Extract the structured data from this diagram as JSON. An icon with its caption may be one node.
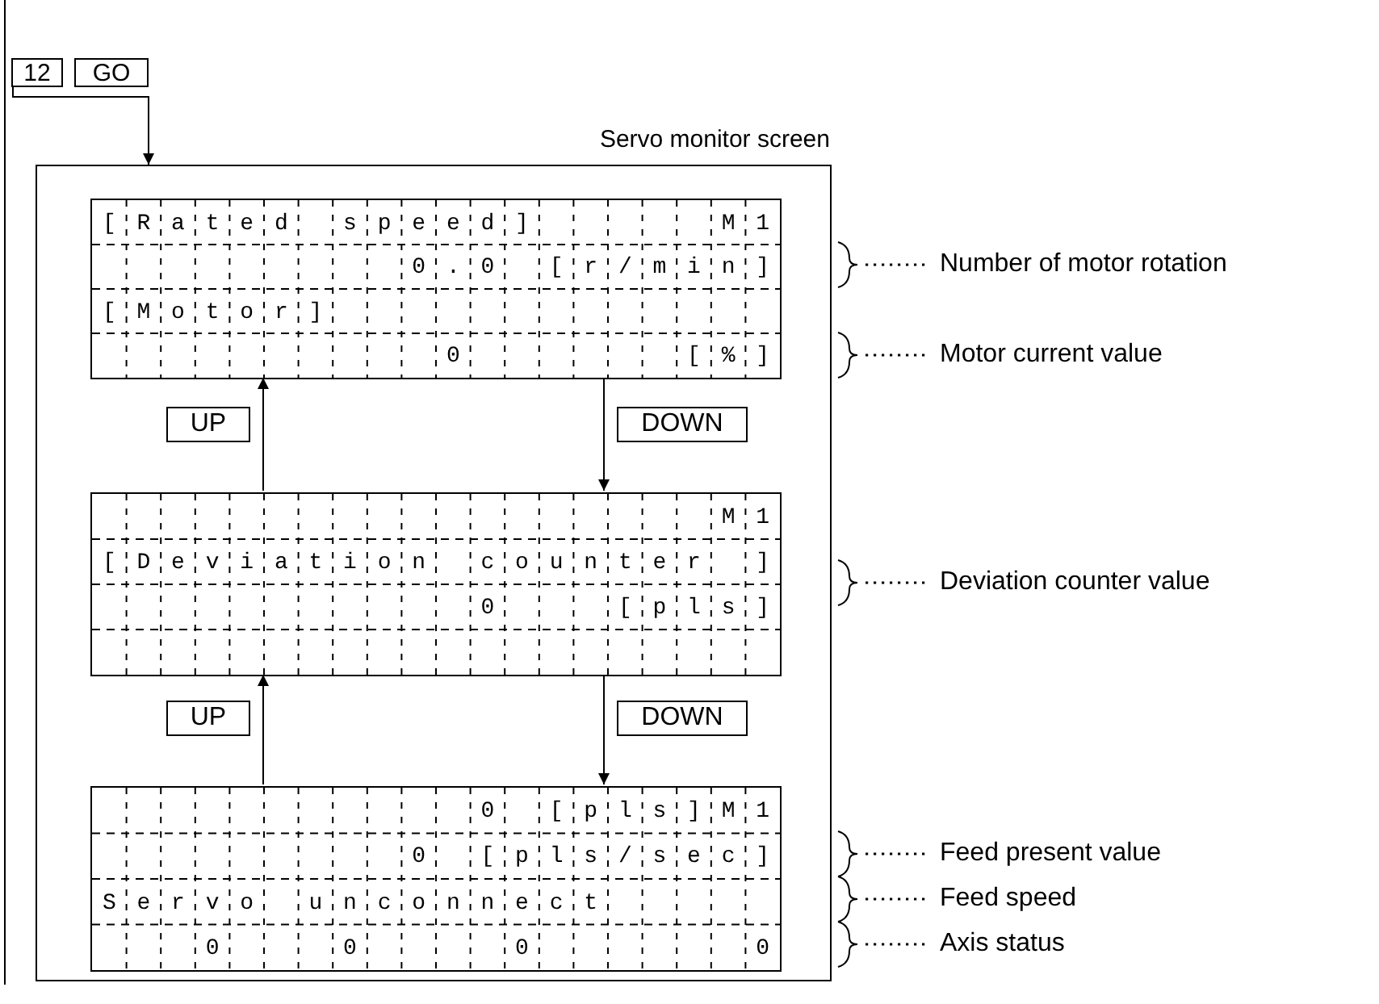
{
  "diagram": {
    "nodes": [
      {
        "text": [
          "Servo monitor screen"
        ]
      },
      {
        "text": [
          "12"
        ]
      },
      {
        "text": [
          "GO"
        ]
      },
      {
        "text": [
          "[Rated speed]",
          "M1",
          "0.0",
          "[r/min]",
          "[Motor]",
          "0",
          "[%]"
        ],
        "in": 0
      },
      {
        "text": [
          "M1",
          "[Deviation counter ]",
          "0",
          "[pls]"
        ],
        "in": 0
      },
      {
        "text": [
          "0",
          "[pls]M1",
          "0",
          "[pls/sec]",
          "Servo unconnect",
          "0",
          "0",
          "0",
          "0"
        ],
        "in": 0
      }
    ],
    "edges": [
      {
        "from": 1,
        "to": 0,
        "arrow": "to"
      },
      {
        "from": 4,
        "to": 3,
        "arrow": "to",
        "label": "UP"
      },
      {
        "from": 3,
        "to": 4,
        "arrow": "to",
        "label": "DOWN"
      },
      {
        "from": 5,
        "to": 4,
        "arrow": "to",
        "label": "UP"
      },
      {
        "from": 4,
        "to": 5,
        "arrow": "to",
        "label": "DOWN"
      }
    ],
    "labels": [
      "Number of motor rotation",
      "Motor current value",
      "Deviation counter value",
      "Feed present value",
      "Feed speed",
      "Axis status"
    ]
  }
}
